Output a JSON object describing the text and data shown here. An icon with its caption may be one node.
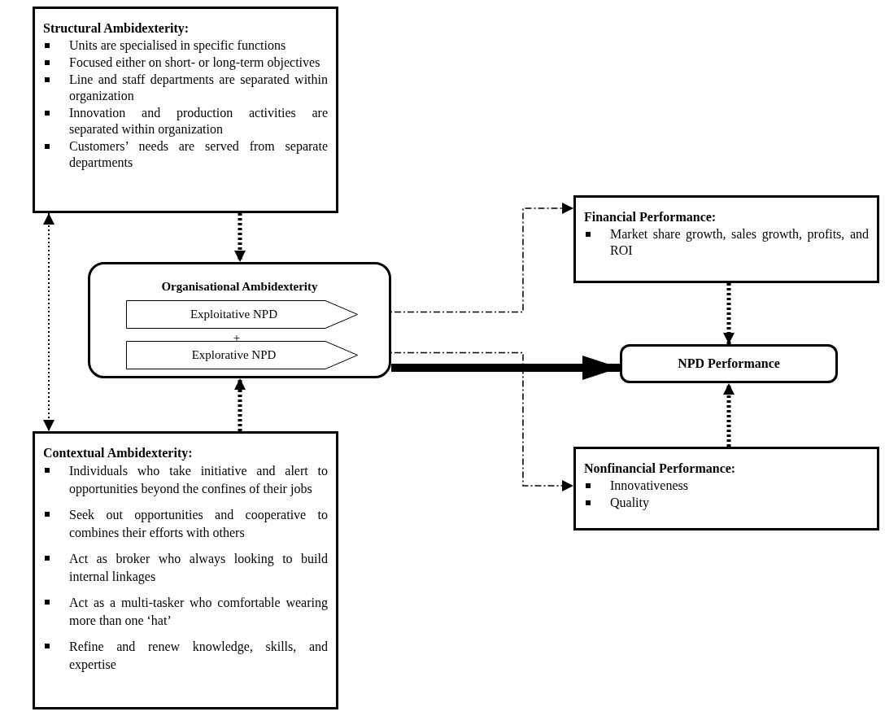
{
  "diagram": {
    "nodes": [
      {
        "text": [
          "Structural Ambidexterity:",
          "Units are specialised in specific functions",
          "Focused either on short- or long-term objectives",
          "Line and staff departments are separated within organization",
          "Innovation and production activities are separated within organization",
          "Customers’ needs are served from separate departments"
        ]
      },
      {
        "text": [
          "Organisational Ambidexterity",
          "+"
        ]
      },
      {
        "text": [
          "Exploitative NPD"
        ],
        "in": 1
      },
      {
        "text": [
          "Explorative NPD"
        ],
        "in": 1
      },
      {
        "text": [
          "Contextual Ambidexterity:",
          "Individuals who take initiative and alert to opportunities beyond the confines of their jobs",
          "Seek out opportunities and cooperative to combines their efforts with others",
          "Act as broker who always looking to build internal linkages",
          "Act as a multi-tasker who comfortable wearing more than one ‘hat’",
          "Refine and renew knowledge, skills, and expertise"
        ]
      },
      {
        "text": [
          "Financial Performance:",
          "Market share growth, sales growth, profits, and ROI"
        ]
      },
      {
        "text": [
          "NPD Performance"
        ]
      },
      {
        "text": [
          "Nonfinancial Performance:",
          "Innovativeness",
          "Quality"
        ]
      }
    ],
    "edges": [
      {
        "from": 0,
        "to": 4,
        "arrow": "both",
        "style": "dashed"
      },
      {
        "from": 0,
        "to": 1,
        "arrow": "to",
        "style": "dashed"
      },
      {
        "from": 2,
        "to": 5,
        "arrow": "to",
        "style": "dashed"
      },
      {
        "from": 3,
        "to": 7,
        "arrow": "to",
        "style": "dashed"
      },
      {
        "from": 1,
        "to": 6,
        "arrow": "to",
        "style": "thick"
      },
      {
        "from": 4,
        "to": 1,
        "arrow": "to",
        "style": "dashed"
      },
      {
        "from": 5,
        "to": 6,
        "arrow": "to",
        "style": "dashed"
      },
      {
        "from": 7,
        "to": 6,
        "arrow": "to",
        "style": "dashed"
      }
    ]
  }
}
